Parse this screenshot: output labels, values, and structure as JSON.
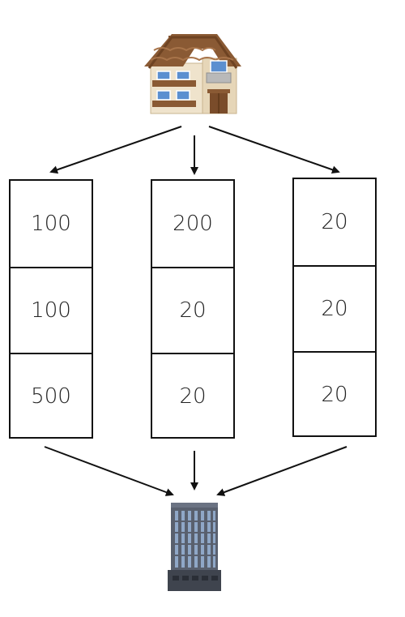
{
  "diagram": {
    "top_icon": "house-icon",
    "bottom_icon": "office-building-icon",
    "columns": [
      {
        "cells": [
          "100",
          "100",
          "500"
        ]
      },
      {
        "cells": [
          "200",
          "20",
          "20"
        ]
      },
      {
        "cells": [
          "20",
          "20",
          "20"
        ]
      }
    ]
  },
  "colors": {
    "roof": "#8a5a34",
    "wall": "#efe3cc",
    "window": "#5b8fd0",
    "building": "#59606e",
    "line": "#111111"
  }
}
